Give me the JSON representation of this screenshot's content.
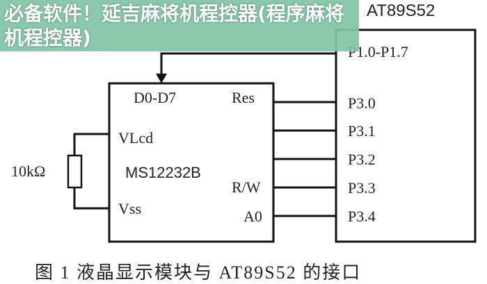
{
  "mcu": {
    "name": "AT89S52",
    "pins": [
      "P1.0-P1.7",
      "P3.0",
      "P3.1",
      "P3.2",
      "P3.3",
      "P3.4"
    ]
  },
  "lcd": {
    "name": "MS12232B",
    "pins": {
      "data": "D0-D7",
      "res": "Res",
      "vlcd": "VLcd",
      "rw": "R/W",
      "vss": "Vss",
      "a0": "A0"
    }
  },
  "resistor": {
    "label": "10kΩ"
  },
  "caption": "图 1  液晶显示模块与 AT89S52 的接口",
  "banner": {
    "line1": "必备软件！延吉麻将机程控器(程序麻将",
    "line2": "机程控器)",
    "color": "#80c4a4"
  }
}
